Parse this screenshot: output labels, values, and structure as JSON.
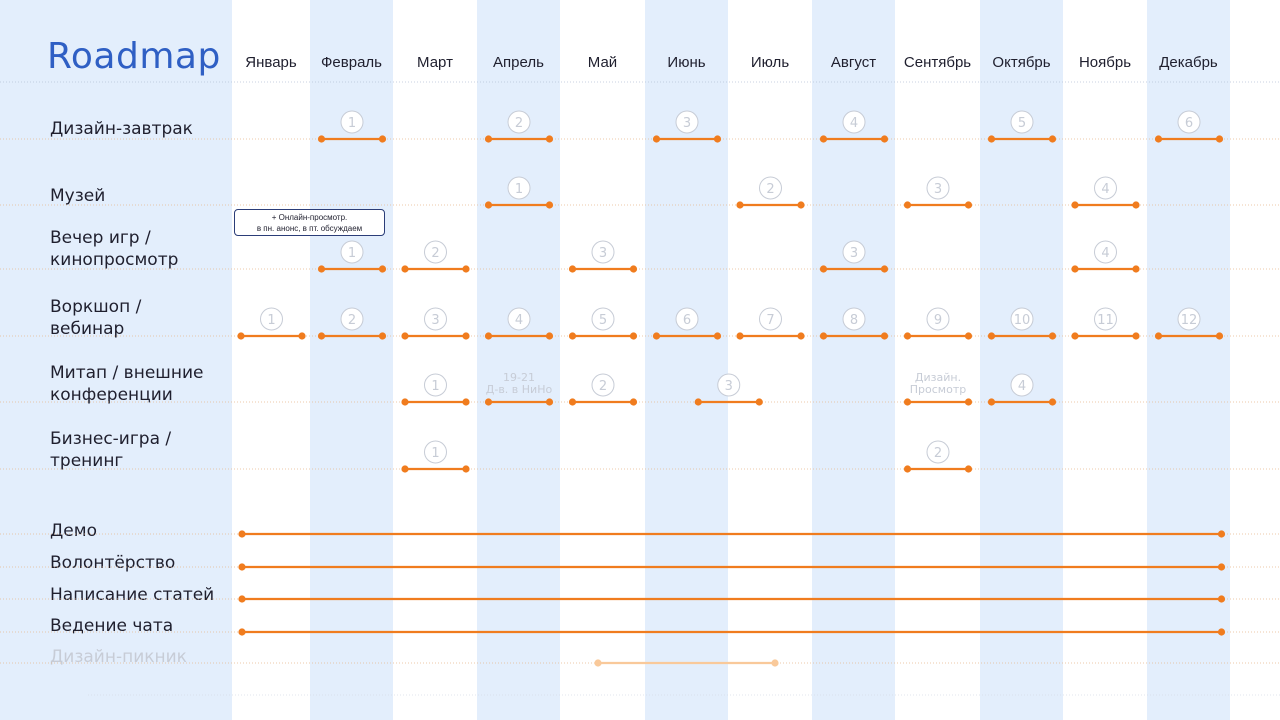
{
  "title": "Roadmap",
  "colors": {
    "band": "#e3eefc",
    "line": "#f07c1e",
    "line_faded": "#f9c99a",
    "badge": "#c7ccd6",
    "dotted": "#e6b98e",
    "title": "#2f5fc4"
  },
  "chart_data": {
    "type": "timeline",
    "months": [
      "Январь",
      "Февраль",
      "Март",
      "Апрель",
      "Май",
      "Июнь",
      "Июль",
      "Август",
      "Сентябрь",
      "Октябрь",
      "Ноябрь",
      "Декабрь"
    ],
    "rows": [
      {
        "label": [
          "Дизайн-завтрак"
        ],
        "events": [
          {
            "month": 2,
            "label": "1"
          },
          {
            "month": 4,
            "label": "2"
          },
          {
            "month": 6,
            "label": "3"
          },
          {
            "month": 8,
            "label": "4"
          },
          {
            "month": 10,
            "label": "5"
          },
          {
            "month": 12,
            "label": "6"
          }
        ]
      },
      {
        "label": [
          "Музей"
        ],
        "events": [
          {
            "month": 4,
            "label": "1"
          },
          {
            "month": 7,
            "label": "2"
          },
          {
            "month": 9,
            "label": "3"
          },
          {
            "month": 11,
            "label": "4"
          }
        ]
      },
      {
        "label": [
          "Вечер игр /",
          "кинопросмотр"
        ],
        "events": [
          {
            "month": 2,
            "label": "1"
          },
          {
            "month": 3,
            "label": "2"
          },
          {
            "month": 5,
            "label": "3"
          },
          {
            "month": 8,
            "label": "3"
          },
          {
            "month": 11,
            "label": "4"
          }
        ]
      },
      {
        "label": [
          "Воркшоп /",
          "вебинар"
        ],
        "events": [
          {
            "month": 1,
            "label": "1"
          },
          {
            "month": 2,
            "label": "2"
          },
          {
            "month": 3,
            "label": "3"
          },
          {
            "month": 4,
            "label": "4"
          },
          {
            "month": 5,
            "label": "5"
          },
          {
            "month": 6,
            "label": "6"
          },
          {
            "month": 7,
            "label": "7"
          },
          {
            "month": 8,
            "label": "8"
          },
          {
            "month": 9,
            "label": "9"
          },
          {
            "month": 10,
            "label": "10"
          },
          {
            "month": 11,
            "label": "11"
          },
          {
            "month": 12,
            "label": "12"
          }
        ]
      },
      {
        "label": [
          "Митап / внешние",
          "конференции"
        ],
        "events": [
          {
            "month": 3,
            "label": "1"
          },
          {
            "month": 4,
            "label": "",
            "note": [
              "19-21",
              "Д-в. в НиНо"
            ]
          },
          {
            "month": 5,
            "label": "2"
          },
          {
            "month": 6.5,
            "label": "3"
          },
          {
            "month": 9,
            "label": "",
            "note": [
              "Дизайн.",
              "Просмотр"
            ]
          },
          {
            "month": 10,
            "label": "4"
          }
        ]
      },
      {
        "label": [
          "Бизнес-игра /",
          "тренинг"
        ],
        "events": [
          {
            "month": 3,
            "label": "1"
          },
          {
            "month": 9,
            "label": "2"
          }
        ]
      }
    ],
    "continuous": [
      {
        "label": "Демо",
        "start": 1,
        "end": 12
      },
      {
        "label": "Волонтёрство",
        "start": 1,
        "end": 12
      },
      {
        "label": "Написание статей",
        "start": 1,
        "end": 12
      },
      {
        "label": "Ведение чата",
        "start": 1,
        "end": 12
      },
      {
        "label": "Дизайн-пикник",
        "start": 5,
        "end": 7,
        "faded": true
      }
    ],
    "annotation": [
      "+ Онлайн-просмотр.",
      "в пн. анонс, в пт. обсуждаем"
    ]
  }
}
